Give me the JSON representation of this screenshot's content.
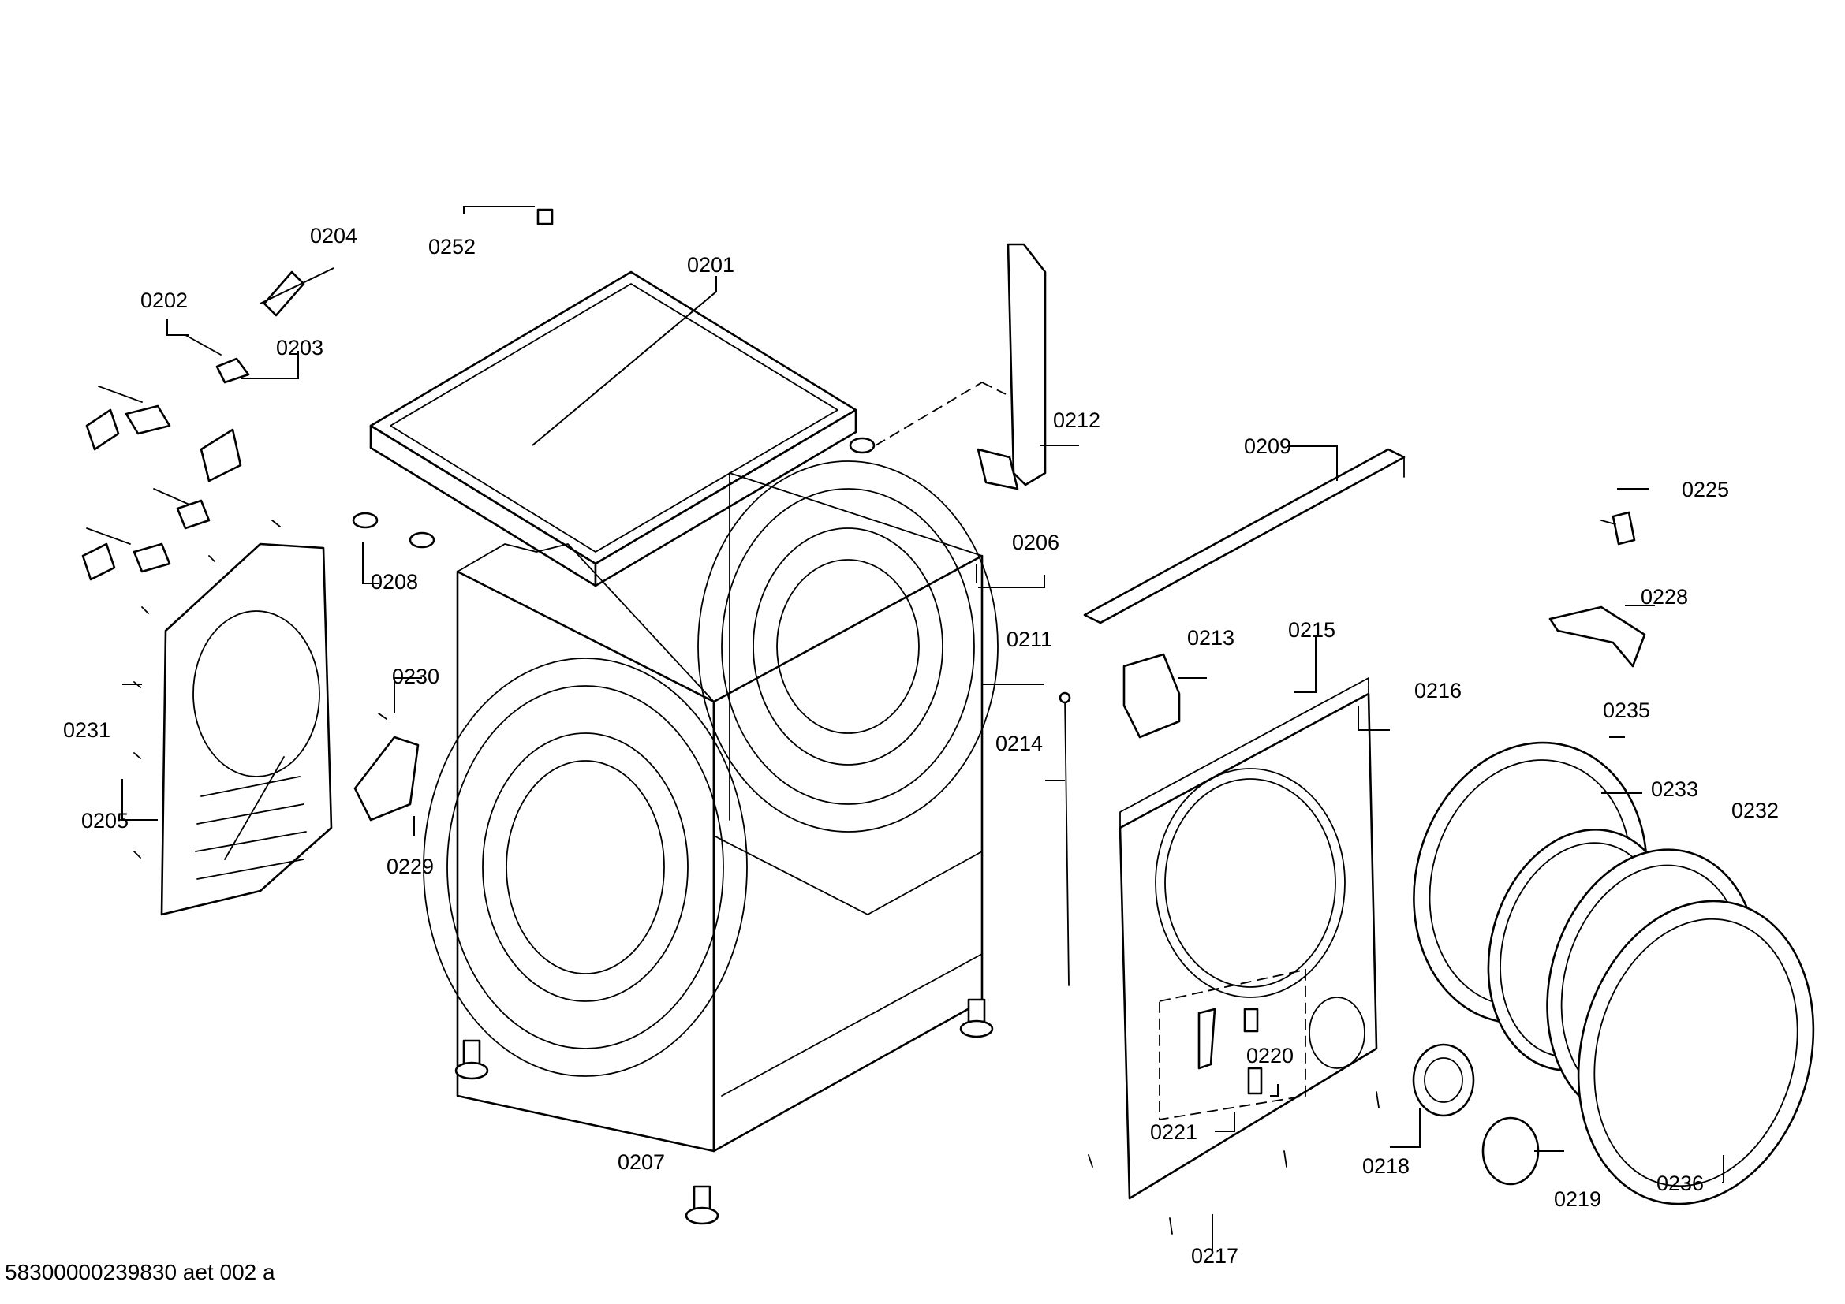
{
  "document_id": "58300000239830 aet 002 a",
  "parts": {
    "p0201": "0201",
    "p0202": "0202",
    "p0203": "0203",
    "p0204": "0204",
    "p0205": "0205",
    "p0206": "0206",
    "p0207": "0207",
    "p0208": "0208",
    "p0209": "0209",
    "p0211": "0211",
    "p0212": "0212",
    "p0213": "0213",
    "p0214": "0214",
    "p0215": "0215",
    "p0216": "0216",
    "p0217": "0217",
    "p0218": "0218",
    "p0219": "0219",
    "p0220": "0220",
    "p0221": "0221",
    "p0225": "0225",
    "p0228": "0228",
    "p0229": "0229",
    "p0230": "0230",
    "p0231": "0231",
    "p0232": "0232",
    "p0233": "0233",
    "p0235": "0235",
    "p0236": "0236",
    "p0252": "0252"
  }
}
